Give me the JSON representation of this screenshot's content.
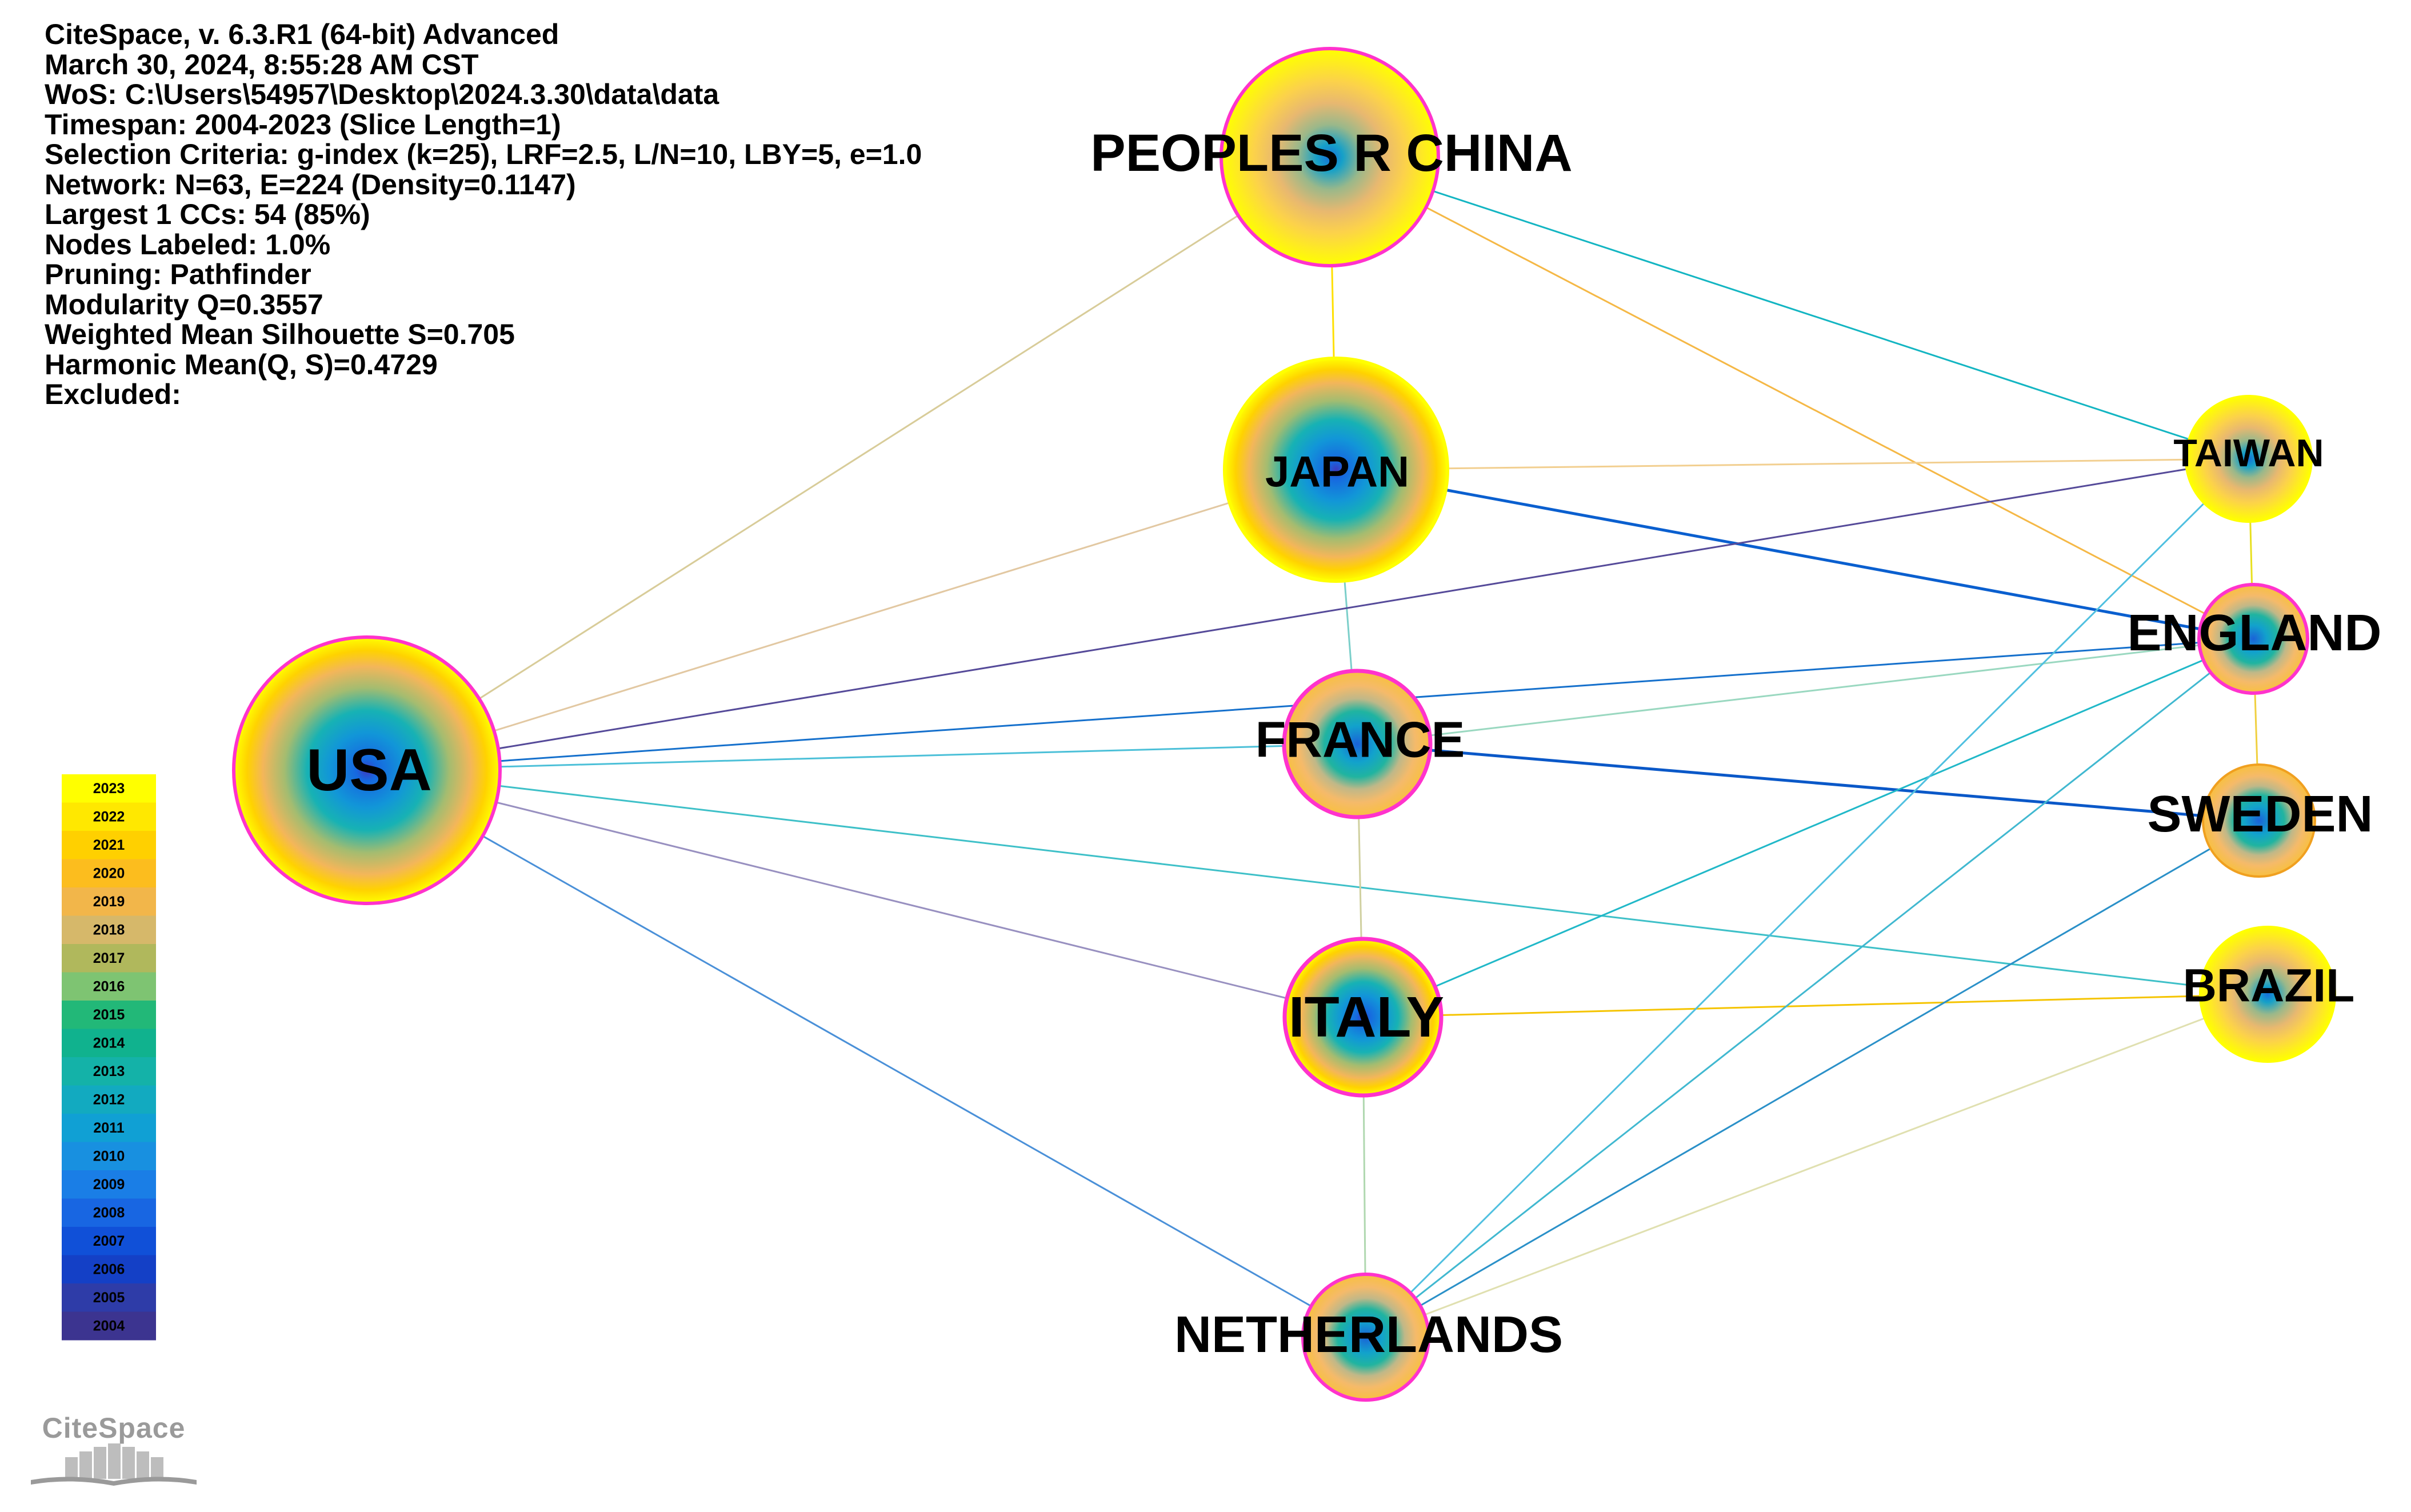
{
  "info_lines": [
    "CiteSpace, v. 6.3.R1 (64-bit) Advanced",
    "March 30, 2024, 8:55:28 AM CST",
    "WoS: C:\\Users\\54957\\Desktop\\2024.3.30\\data\\data",
    "Timespan: 2004-2023 (Slice Length=1)",
    "Selection Criteria: g-index (k=25), LRF=2.5, L/N=10, LBY=5, e=1.0",
    "Network: N=63, E=224 (Density=0.1147)",
    "Largest 1 CCs: 54 (85%)",
    "Nodes Labeled: 1.0%",
    "Pruning: Pathfinder",
    "Modularity Q=0.3557",
    "Weighted Mean Silhouette S=0.705",
    "Harmonic Mean(Q, S)=0.4729",
    "Excluded:"
  ],
  "nodes": [
    {
      "id": "china",
      "label": "PEOPLES R CHINA",
      "ring": "#ff33cc"
    },
    {
      "id": "japan",
      "label": "JAPAN",
      "ring": "#ffff00"
    },
    {
      "id": "usa",
      "label": "USA",
      "ring": "#ff33cc"
    },
    {
      "id": "france",
      "label": "FRANCE",
      "ring": "#ff33cc"
    },
    {
      "id": "italy",
      "label": "ITALY",
      "ring": "#ff33cc"
    },
    {
      "id": "netherlands",
      "label": "NETHERLANDS",
      "ring": "#ff33cc"
    },
    {
      "id": "taiwan",
      "label": "TAIWAN",
      "ring": "#ffff00"
    },
    {
      "id": "england",
      "label": "ENGLAND",
      "ring": "#ff33cc"
    },
    {
      "id": "sweden",
      "label": "SWEDEN",
      "ring": "#f0a020"
    },
    {
      "id": "brazil",
      "label": "BRAZIL",
      "ring": "#ffff00"
    }
  ],
  "edges": [
    {
      "from": "china",
      "to": "japan",
      "color": "#ffe000"
    },
    {
      "from": "china",
      "to": "usa",
      "color": "#d8cc99"
    },
    {
      "from": "china",
      "to": "taiwan",
      "color": "#13b5c2"
    },
    {
      "from": "china",
      "to": "england",
      "color": "#f5b846"
    },
    {
      "from": "japan",
      "to": "usa",
      "color": "#e2c8a2"
    },
    {
      "from": "japan",
      "to": "taiwan",
      "color": "#f2cf90"
    },
    {
      "from": "japan",
      "to": "england",
      "color": "#0a5fcf"
    },
    {
      "from": "japan",
      "to": "france",
      "color": "#7ccfca"
    },
    {
      "from": "usa",
      "to": "taiwan",
      "color": "#554a99"
    },
    {
      "from": "usa",
      "to": "england",
      "color": "#1570cc"
    },
    {
      "from": "usa",
      "to": "france",
      "color": "#4cc0d8"
    },
    {
      "from": "usa",
      "to": "brazil",
      "color": "#3ec0c8"
    },
    {
      "from": "usa",
      "to": "italy",
      "color": "#9890c0"
    },
    {
      "from": "usa",
      "to": "netherlands",
      "color": "#4a90d8"
    },
    {
      "from": "france",
      "to": "england",
      "color": "#9ad8c0"
    },
    {
      "from": "france",
      "to": "sweden",
      "color": "#0a58c8"
    },
    {
      "from": "france",
      "to": "italy",
      "color": "#d0d0a0"
    },
    {
      "from": "italy",
      "to": "brazil",
      "color": "#f5c400"
    },
    {
      "from": "italy",
      "to": "england",
      "color": "#20b8c8"
    },
    {
      "from": "italy",
      "to": "netherlands",
      "color": "#b0d8b0"
    },
    {
      "from": "netherlands",
      "to": "taiwan",
      "color": "#50c0e0"
    },
    {
      "from": "netherlands",
      "to": "england",
      "color": "#40b8d0"
    },
    {
      "from": "netherlands",
      "to": "sweden",
      "color": "#2a90c8"
    },
    {
      "from": "netherlands",
      "to": "brazil",
      "color": "#e0e0b0"
    },
    {
      "from": "taiwan",
      "to": "england",
      "color": "#e8e020"
    },
    {
      "from": "england",
      "to": "sweden",
      "color": "#f0d040"
    }
  ],
  "legend": {
    "years": [
      "2023",
      "2022",
      "2021",
      "2020",
      "2019",
      "2018",
      "2017",
      "2016",
      "2015",
      "2014",
      "2013",
      "2012",
      "2011",
      "2010",
      "2009",
      "2008",
      "2007",
      "2006",
      "2005",
      "2004"
    ],
    "colors": [
      "#ffff00",
      "#ffe800",
      "#ffd000",
      "#fcbd1e",
      "#f2b64a",
      "#d6b86a",
      "#b0b85c",
      "#7ec472",
      "#22b878",
      "#10b28e",
      "#14b2a8",
      "#12aac0",
      "#10a0d4",
      "#1890e0",
      "#1a7ee6",
      "#1866e2",
      "#1050d8",
      "#1440c6",
      "#2e3ca8",
      "#3c3490"
    ]
  },
  "logo": {
    "text": "CiteSpace"
  }
}
